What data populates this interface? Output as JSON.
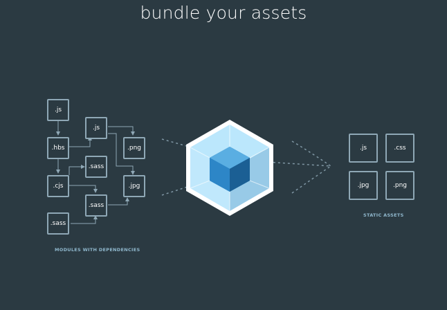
{
  "header": {
    "title": "bundle your assets"
  },
  "modules": {
    "caption": "MODULES WITH DEPENDENCIES",
    "items": {
      "js_top": ".js",
      "hbs": ".hbs",
      "js_mid": ".js",
      "png": ".png",
      "sass_a": ".sass",
      "cjs": ".cjs",
      "jpg": ".jpg",
      "sass_b": ".sass",
      "sass_c": ".sass"
    }
  },
  "static_assets": {
    "caption": "STATIC ASSETS",
    "items": [
      ".js",
      ".css",
      ".jpg",
      ".png"
    ]
  },
  "colors": {
    "background": "#2b3a42",
    "box_border": "#8fa8b6",
    "cube_outer": "#8ed6fb",
    "cube_inner": "#1c78c0",
    "caption": "#8fb7cc"
  }
}
